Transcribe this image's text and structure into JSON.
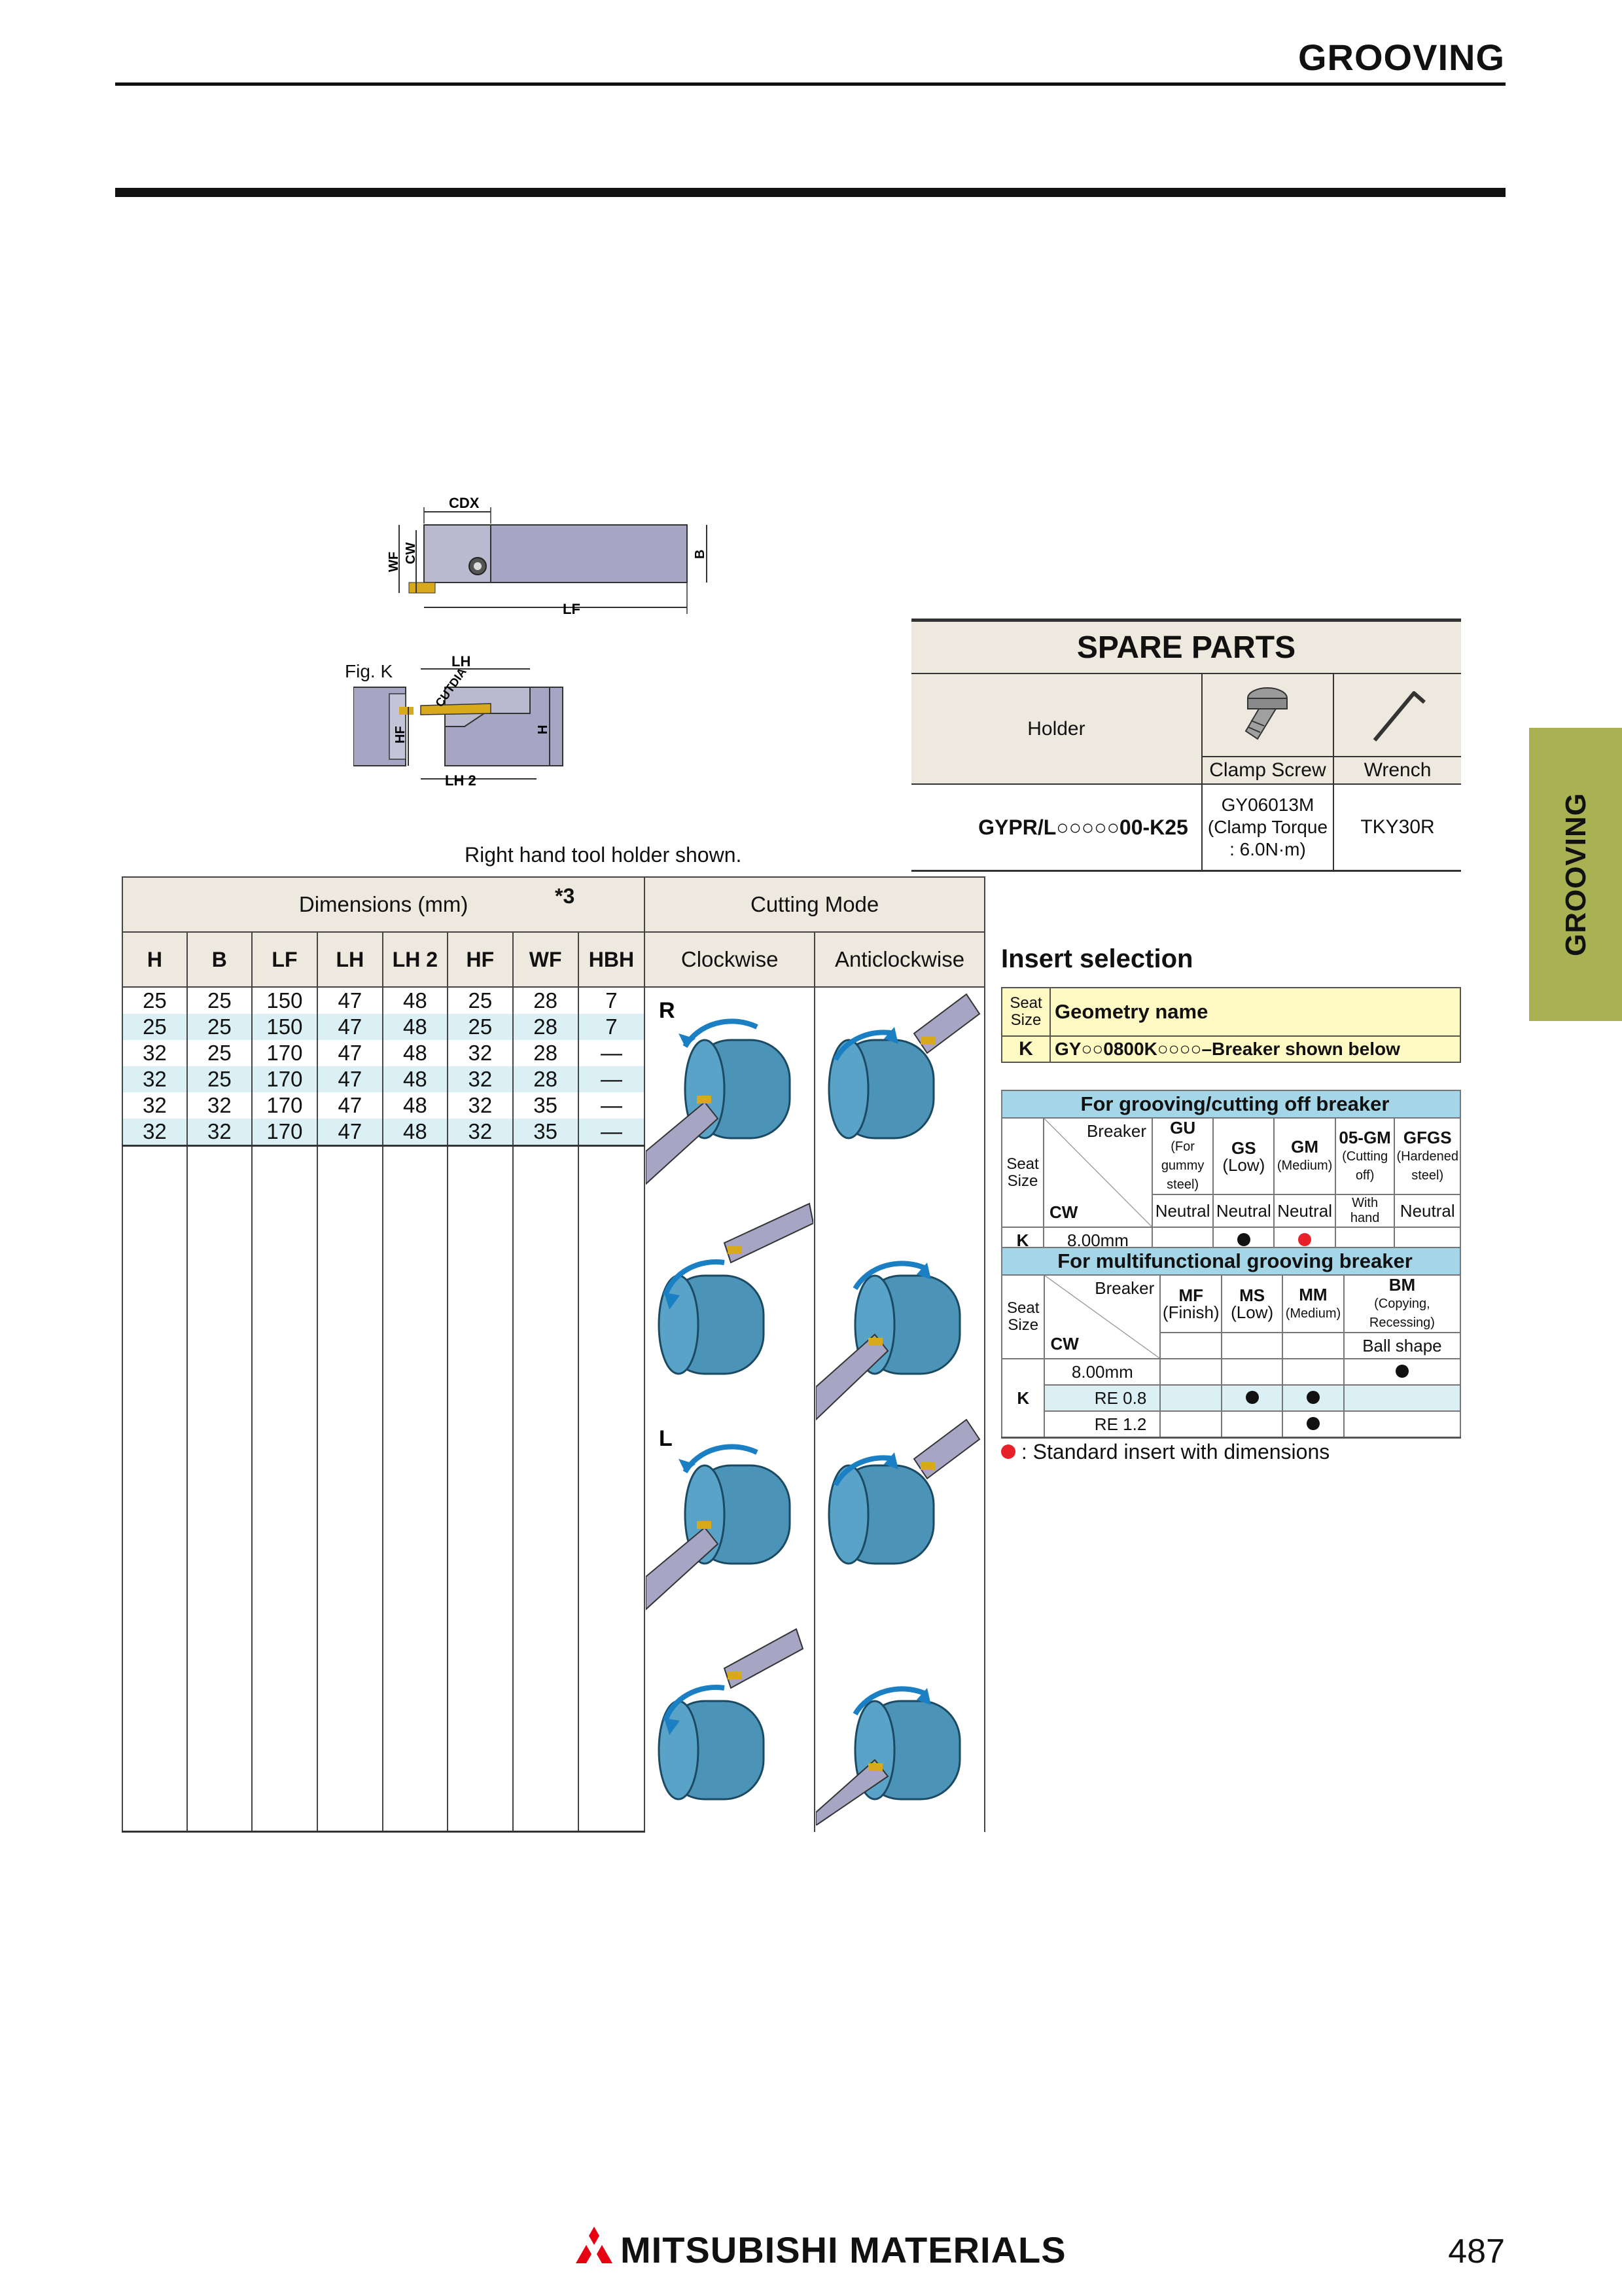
{
  "header": {
    "title": "GROOVING"
  },
  "side_tab": {
    "label": "GROOVING"
  },
  "drawing": {
    "labels": {
      "cdx": "CDX",
      "wf": "WF",
      "cw": "CW",
      "b": "B",
      "lf": "LF",
      "lh": "LH",
      "cutdia": "CUTDIA",
      "hf": "HF",
      "h": "H",
      "lh2": "LH 2"
    },
    "fig_k": "Fig. K",
    "note": "Right hand tool holder shown."
  },
  "spare_parts": {
    "title": "SPARE PARTS",
    "holder_header": "Holder",
    "clamp_screw_header": "Clamp Screw",
    "wrench_header": "Wrench",
    "holder": "GYPR/L○○○○○00-K25",
    "clamp_screw_code": "GY06013M",
    "clamp_torque_1": "(Clamp Torque",
    "clamp_torque_2": ": 6.0N·m)",
    "wrench": "TKY30R"
  },
  "dimensions": {
    "group_header": "Dimensions (mm)",
    "note_mark": "*3",
    "cutting_mode": "Cutting Mode",
    "columns": [
      "H",
      "B",
      "LF",
      "LH",
      "LH 2",
      "HF",
      "WF",
      "HBH"
    ],
    "clockwise": "Clockwise",
    "anticlockwise": "Anticlockwise",
    "rows": [
      [
        "25",
        "25",
        "150",
        "47",
        "48",
        "25",
        "28",
        "7"
      ],
      [
        "25",
        "25",
        "150",
        "47",
        "48",
        "25",
        "28",
        "7"
      ],
      [
        "32",
        "25",
        "170",
        "47",
        "48",
        "32",
        "28",
        "—"
      ],
      [
        "32",
        "25",
        "170",
        "47",
        "48",
        "32",
        "28",
        "—"
      ],
      [
        "32",
        "32",
        "170",
        "47",
        "48",
        "32",
        "35",
        "—"
      ],
      [
        "32",
        "32",
        "170",
        "47",
        "48",
        "32",
        "35",
        "—"
      ]
    ],
    "label_r": "R",
    "label_l": "L"
  },
  "insert_selection": {
    "title": "Insert selection",
    "seat_size": "Seat Size",
    "geometry_name": "Geometry name",
    "seat_k": "K",
    "geometry_value": "GY○○0800K○○○○–Breaker shown below",
    "grooving_header": "For grooving/cutting off breaker",
    "breaker": "Breaker",
    "cw": "CW",
    "grooving_breakers": [
      {
        "code": "GU",
        "desc": "(For gummy steel)",
        "type": "Neutral"
      },
      {
        "code": "GS",
        "desc": "(Low)",
        "type": "Neutral"
      },
      {
        "code": "GM",
        "desc": "(Medium)",
        "type": "Neutral"
      },
      {
        "code": "05-GM",
        "desc": "(Cutting off)",
        "type": "With hand"
      },
      {
        "code": "GFGS",
        "desc": "(Hardened steel)",
        "type": "Neutral"
      }
    ],
    "grooving_cw": "8.00mm",
    "multi_header": "For multifunctional grooving breaker",
    "multi_breakers": [
      {
        "code": "MF",
        "desc": "(Finish)"
      },
      {
        "code": "MS",
        "desc": "(Low)"
      },
      {
        "code": "MM",
        "desc": "(Medium)"
      },
      {
        "code": "BM",
        "desc": "(Copying, Recessing)"
      }
    ],
    "ball_shape": "Ball shape",
    "multi_rows": [
      "8.00mm",
      "RE 0.8",
      "RE 1.2"
    ],
    "legend": ": Standard insert with dimensions"
  },
  "footer": {
    "brand": "MITSUBISHI MATERIALS",
    "page_number": "487"
  },
  "colors": {
    "side_tab": "#a9b253",
    "header_grey": "#ede9de",
    "row_blue": "#daf0f4",
    "part_blue": "#4c93b8",
    "yellow": "#fff9c4",
    "red_dot": "#e8202a"
  }
}
